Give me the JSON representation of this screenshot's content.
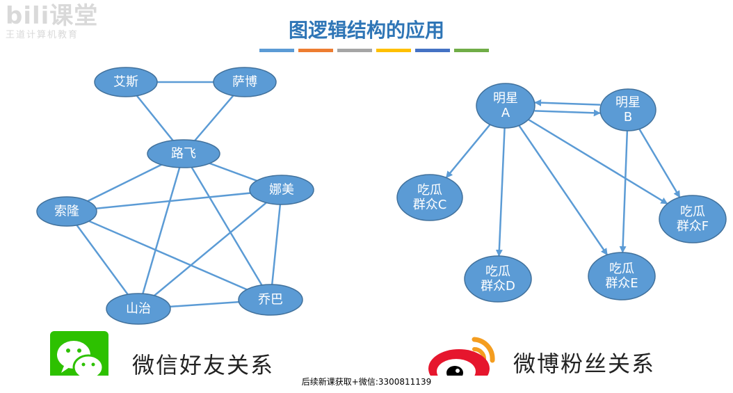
{
  "logo": {
    "main": "bili课堂",
    "sub": "王道计算机教育"
  },
  "title": "图逻辑结构的应用",
  "color_bar": [
    "#5b9bd5",
    "#ed7d31",
    "#a5a5a5",
    "#ffc000",
    "#4472c4",
    "#70ad47"
  ],
  "wechat": {
    "caption": "微信好友关系",
    "nodes": [
      {
        "id": "aisi",
        "label": "艾斯"
      },
      {
        "id": "sabo",
        "label": "萨博"
      },
      {
        "id": "lufei",
        "label": "路飞"
      },
      {
        "id": "namei",
        "label": "娜美"
      },
      {
        "id": "suolong",
        "label": "索隆"
      },
      {
        "id": "shanzhi",
        "label": "山治"
      },
      {
        "id": "qiaoba",
        "label": "乔巴"
      }
    ],
    "edges": [
      [
        "aisi",
        "sabo"
      ],
      [
        "aisi",
        "lufei"
      ],
      [
        "sabo",
        "lufei"
      ],
      [
        "lufei",
        "suolong"
      ],
      [
        "lufei",
        "namei"
      ],
      [
        "lufei",
        "shanzhi"
      ],
      [
        "lufei",
        "qiaoba"
      ],
      [
        "suolong",
        "namei"
      ],
      [
        "suolong",
        "shanzhi"
      ],
      [
        "suolong",
        "qiaoba"
      ],
      [
        "namei",
        "shanzhi"
      ],
      [
        "namei",
        "qiaoba"
      ],
      [
        "shanzhi",
        "qiaoba"
      ]
    ]
  },
  "weibo": {
    "caption": "微博粉丝关系",
    "nodes": [
      {
        "id": "A",
        "lines": [
          "明星",
          "A"
        ]
      },
      {
        "id": "B",
        "lines": [
          "明星",
          "B"
        ]
      },
      {
        "id": "C",
        "lines": [
          "吃瓜",
          "群众C"
        ]
      },
      {
        "id": "D",
        "lines": [
          "吃瓜",
          "群众D"
        ]
      },
      {
        "id": "E",
        "lines": [
          "吃瓜",
          "群众E"
        ]
      },
      {
        "id": "F",
        "lines": [
          "吃瓜",
          "群众F"
        ]
      }
    ],
    "arcs": [
      [
        "A",
        "B"
      ],
      [
        "B",
        "A"
      ],
      [
        "A",
        "C"
      ],
      [
        "A",
        "D"
      ],
      [
        "A",
        "E"
      ],
      [
        "A",
        "F"
      ],
      [
        "B",
        "E"
      ],
      [
        "B",
        "F"
      ]
    ]
  },
  "footer": "后续新课获取+微信:3300811139"
}
